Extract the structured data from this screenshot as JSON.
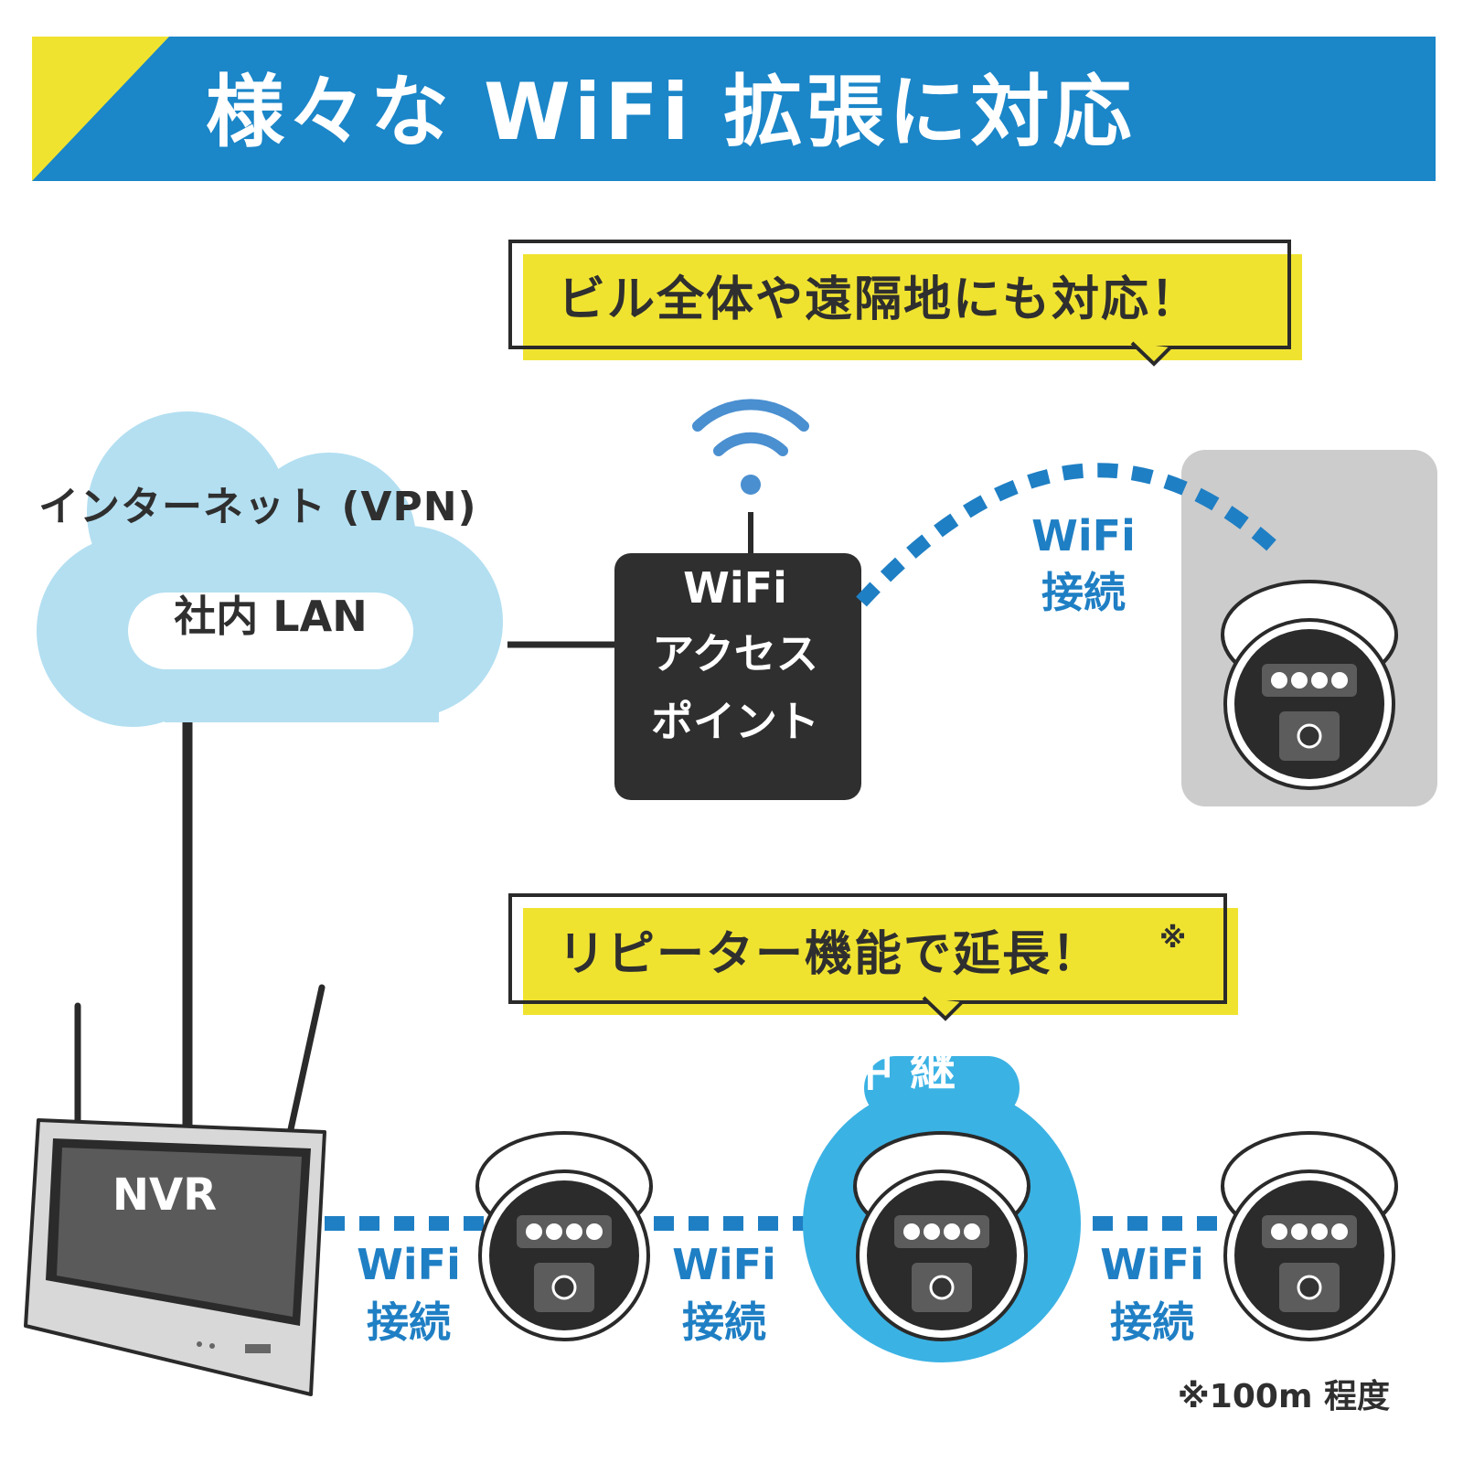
{
  "banner": {
    "title": "様々な WiFi 拡張に対応"
  },
  "callout_top": {
    "text": "ビル全体や遠隔地にも対応！"
  },
  "callout_bottom": {
    "text": "リピーター機能で延長！",
    "note_mark": "※"
  },
  "cloud": {
    "internet_label": "インターネット (VPN)",
    "lan_label": "社内 LAN"
  },
  "access_point": {
    "line1": "WiFi",
    "line2": "アクセス",
    "line3": "ポイント"
  },
  "connections": {
    "top": {
      "line1": "WiFi",
      "line2": "接続"
    },
    "bottom_1": {
      "line1": "WiFi",
      "line2": "接続"
    },
    "bottom_2": {
      "line1": "WiFi",
      "line2": "接続"
    },
    "bottom_3": {
      "line1": "WiFi",
      "line2": "接続"
    }
  },
  "relay": {
    "label": "中継"
  },
  "nvr": {
    "label": "NVR"
  },
  "footnote": {
    "text": "※100m 程度"
  },
  "colors": {
    "banner_blue": "#1b86c8",
    "accent_yellow": "#f0e330",
    "cloud_blue": "#b3dff1",
    "wifi_blue": "#1f7fc4",
    "relay_blue": "#3bb2e4",
    "ap_dark": "#2f2f2f",
    "grey_panel": "#cccccc"
  },
  "icons": [
    "wifi-signal-icon",
    "dome-camera-icon",
    "nvr-monitor-icon",
    "cloud-icon"
  ]
}
